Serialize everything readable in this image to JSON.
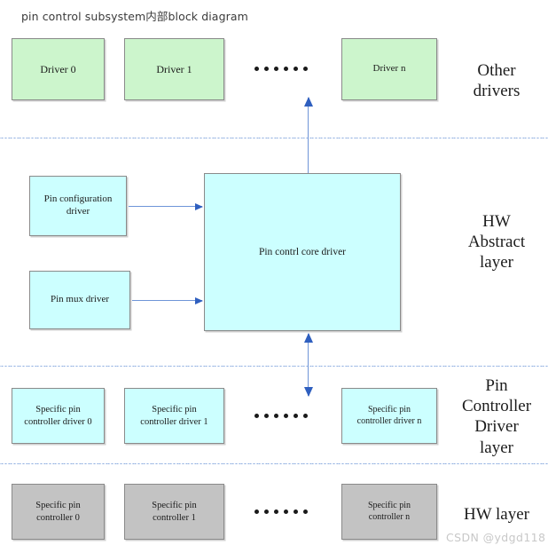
{
  "title": "pin control subsystem内部block diagram",
  "watermark": "CSDN @ydgd118",
  "layers": {
    "other_drivers": "Other\ndrivers",
    "hw_abstract": "HW\nAbstract\nlayer",
    "pin_controller_driver": "Pin\nController\nDriver\nlayer",
    "hw_layer": "HW layer"
  },
  "rows": {
    "drivers": {
      "boxes": [
        {
          "label": "Driver 0"
        },
        {
          "label": "Driver 1"
        },
        {
          "label": "Driver n"
        }
      ],
      "ellipsis": "……"
    },
    "abstract": {
      "left_boxes": [
        {
          "label": "Pin configuration\ndriver"
        },
        {
          "label": "Pin mux driver"
        }
      ],
      "core": {
        "label": "Pin contrl core driver"
      }
    },
    "controller_drivers": {
      "boxes": [
        {
          "label": "Specific pin\ncontroller driver 0"
        },
        {
          "label": "Specific pin\ncontroller driver 1"
        },
        {
          "label": "Specific pin\ncontroller driver n"
        }
      ],
      "ellipsis": "……"
    },
    "controllers": {
      "boxes": [
        {
          "label": "Specific pin\ncontroller 0"
        },
        {
          "label": "Specific pin\ncontroller 1"
        },
        {
          "label": "Specific pin\ncontroller n"
        }
      ],
      "ellipsis": "……"
    }
  },
  "colors": {
    "driver_box": "#ccf5cc",
    "abstract_box": "#ccffff",
    "controller_box": "#ccffff",
    "hardware_box": "#c3c3c3",
    "box_border": "#8a8a8a",
    "divider": "#88aadd",
    "arrow": "#2f5fbf",
    "watermark": "#c8c8c8"
  }
}
